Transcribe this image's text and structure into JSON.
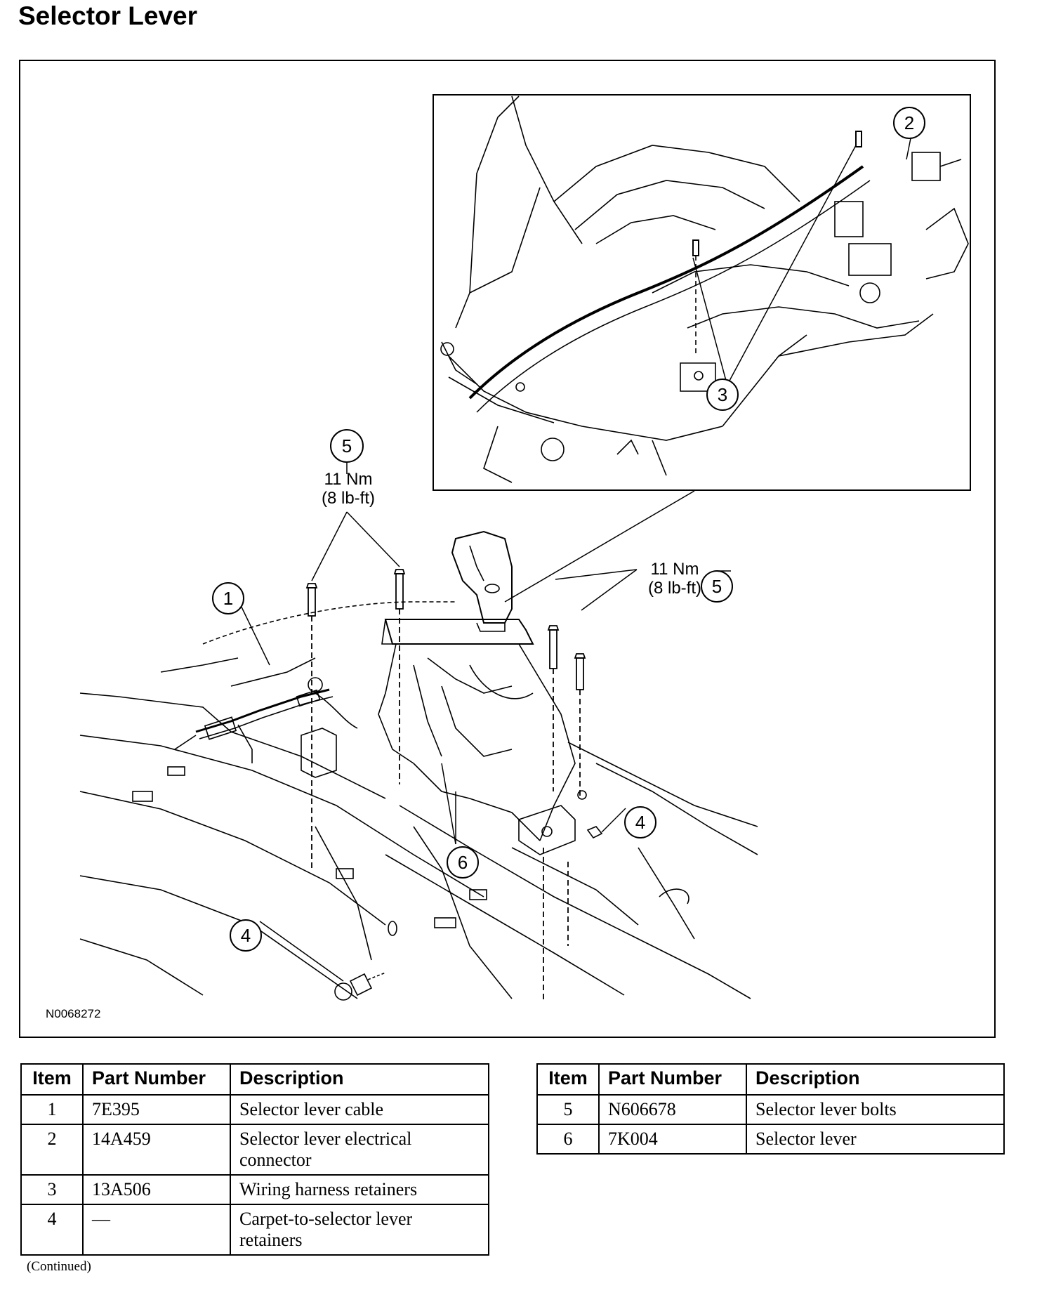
{
  "page": {
    "title": "Selector Lever",
    "continued": "(Continued)"
  },
  "figure": {
    "code": "N0068272",
    "callouts": [
      {
        "number": "1"
      },
      {
        "number": "2"
      },
      {
        "number": "3"
      },
      {
        "number": "4"
      },
      {
        "number": "4"
      },
      {
        "number": "5"
      },
      {
        "number": "5"
      },
      {
        "number": "6"
      }
    ],
    "torque_labels": [
      {
        "nm": "11 Nm",
        "lbft": "(8 lb-ft)"
      },
      {
        "nm": "11 Nm",
        "lbft": "(8 lb-ft)"
      }
    ]
  },
  "parts_table": {
    "headers": [
      "Item",
      "Part Number",
      "Description"
    ],
    "left_rows": [
      {
        "item": "1",
        "part_number": "7E395",
        "description": "Selector lever cable"
      },
      {
        "item": "2",
        "part_number": "14A459",
        "description": "Selector lever electrical connector"
      },
      {
        "item": "3",
        "part_number": "13A506",
        "description": "Wiring harness retainers"
      },
      {
        "item": "4",
        "part_number": "—",
        "description": "Carpet-to-selector lever retainers"
      }
    ],
    "right_rows": [
      {
        "item": "5",
        "part_number": "N606678",
        "description": "Selector lever bolts"
      },
      {
        "item": "6",
        "part_number": "7K004",
        "description": "Selector lever"
      }
    ]
  }
}
